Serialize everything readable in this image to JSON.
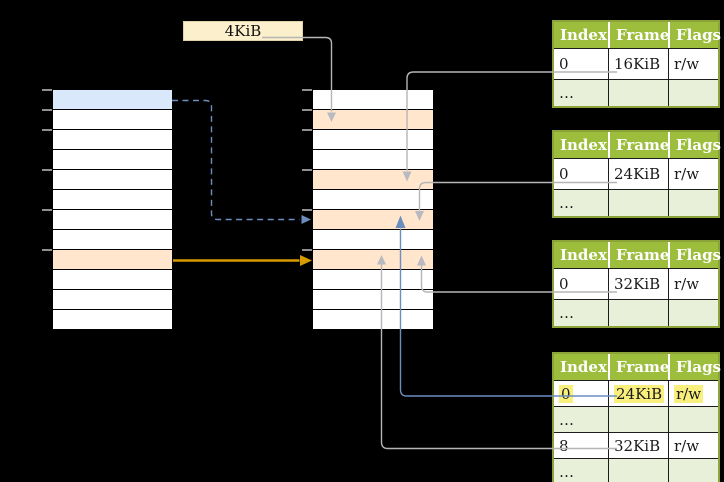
{
  "page_size_label": "4KiB",
  "colors": {
    "background": "#000000",
    "cell_white": "#ffffff",
    "cell_blue": "#dae8fc",
    "cell_peach": "#ffe6cc",
    "label_box_fill": "#fcefcb",
    "label_box_border": "#e0d2a8",
    "table_header_fill": "#9dbd3d",
    "table_border": "#8ba339",
    "table_row_light": "#e9f0d9",
    "table_row_white": "#ffffff",
    "highlight_yellow": "#f8ef7c",
    "line_gray": "#b5b5b5",
    "arrow_gray": "#b9b9c2",
    "line_blue": "#6c8ebf",
    "line_gold": "#d79b00",
    "tick_gray": "#909090",
    "header_text": "#ffffff",
    "table_text": "#1a1a1a"
  },
  "left_column": {
    "cells": [
      "blue",
      "white",
      "white",
      "white",
      "white",
      "white",
      "white",
      "white",
      "peach",
      "white",
      "white",
      "white"
    ]
  },
  "middle_column": {
    "cells": [
      "white",
      "peach",
      "white",
      "white",
      "peach",
      "white",
      "peach",
      "white",
      "peach",
      "white",
      "white",
      "white"
    ]
  },
  "page_tables": [
    {
      "id": "frame-table-16kib",
      "headers": [
        "Index",
        "Frame",
        "Flags"
      ],
      "rows": [
        {
          "cells": [
            "0",
            "16KiB",
            "r/w"
          ],
          "shade": "white",
          "highlight": false
        },
        {
          "cells": [
            "…",
            "",
            ""
          ],
          "shade": "light",
          "highlight": false
        }
      ]
    },
    {
      "id": "frame-table-24kib",
      "headers": [
        "Index",
        "Frame",
        "Flags"
      ],
      "rows": [
        {
          "cells": [
            "0",
            "24KiB",
            "r/w"
          ],
          "shade": "white",
          "highlight": false
        },
        {
          "cells": [
            "…",
            "",
            ""
          ],
          "shade": "light",
          "highlight": false
        }
      ]
    },
    {
      "id": "frame-table-32kib",
      "headers": [
        "Index",
        "Frame",
        "Flags"
      ],
      "rows": [
        {
          "cells": [
            "0",
            "32KiB",
            "r/w"
          ],
          "shade": "white",
          "highlight": false
        },
        {
          "cells": [
            "…",
            "",
            ""
          ],
          "shade": "light",
          "highlight": false
        }
      ]
    },
    {
      "id": "frame-table-level1",
      "headers": [
        "Index",
        "Frame",
        "Flags"
      ],
      "rows": [
        {
          "cells": [
            "0",
            "24KiB",
            "r/w"
          ],
          "shade": "white",
          "highlight": true
        },
        {
          "cells": [
            "…",
            "",
            ""
          ],
          "shade": "light",
          "highlight": false
        },
        {
          "cells": [
            "8",
            "32KiB",
            "r/w"
          ],
          "shade": "white",
          "highlight": false
        },
        {
          "cells": [
            "…",
            "",
            ""
          ],
          "shade": "light",
          "highlight": false
        }
      ]
    }
  ]
}
